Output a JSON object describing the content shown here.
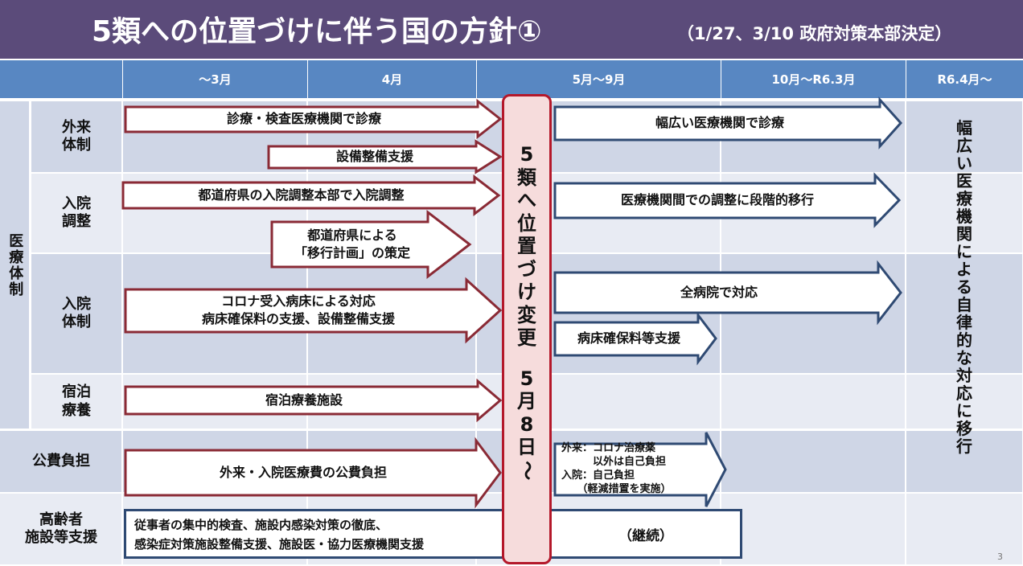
{
  "title": {
    "main": "5類への位置づけに伴う国の方針①",
    "sub": "（1/27、3/10 政府対策本部決定）"
  },
  "columns": [
    "～3月",
    "4月",
    "5月～9月",
    "10月～R6.3月",
    "R6.4月～"
  ],
  "rows": {
    "category": "医療体制",
    "outpatient": "外来\n体制",
    "admission_adjust": "入院\n調整",
    "inpatient": "入院\n体制",
    "lodging": "宿泊\n療養",
    "public_cost": "公費負担",
    "elderly": "高齢者\n施設等支援"
  },
  "arrows": {
    "outpatient_before": "診療・検査医療機関で診療",
    "equipment": "設備整備支援",
    "outpatient_after": "幅広い医療機関で診療",
    "adjust_before": "都道府県の入院調整本部で入院調整",
    "transition_plan": "都道府県による\n「移行計画」の策定",
    "adjust_after": "医療機関間での調整に段階的移行",
    "inpatient_before": "コロナ受入病床による対応\n病床確保料の支援、設備整備支援",
    "all_hospitals": "全病院で対応",
    "bed_support": "病床確保料等支援",
    "lodging_before": "宿泊療養施設",
    "cost_before": "外来・入院医療費の公費負担",
    "cost_after": "外来：コロナ治療薬\n　　　以外は自己負担\n入院：自己負担\n　　（軽減措置を実施）"
  },
  "center_text": "5類へ位置づけ変更　5月8日～",
  "right_text": "幅広い医療機関による自律的な対応に移行",
  "elderly_box": {
    "left": "従事者の集中的検査、施設内感染対策の徹底、\n感染症対策施設整備支援、施設医・協力医療機関支援",
    "right": "（継続）"
  },
  "page_number": "3",
  "colors": {
    "title_bg": "#5b4b7a",
    "header_bg": "#5887c2",
    "row_dark": "#cfd6e6",
    "row_light": "#e8ebf3",
    "arrow_red": "#8a2a35",
    "arrow_blue": "#2f4a73",
    "center_border": "#b4182a",
    "center_fill": "#f6dcdc"
  }
}
